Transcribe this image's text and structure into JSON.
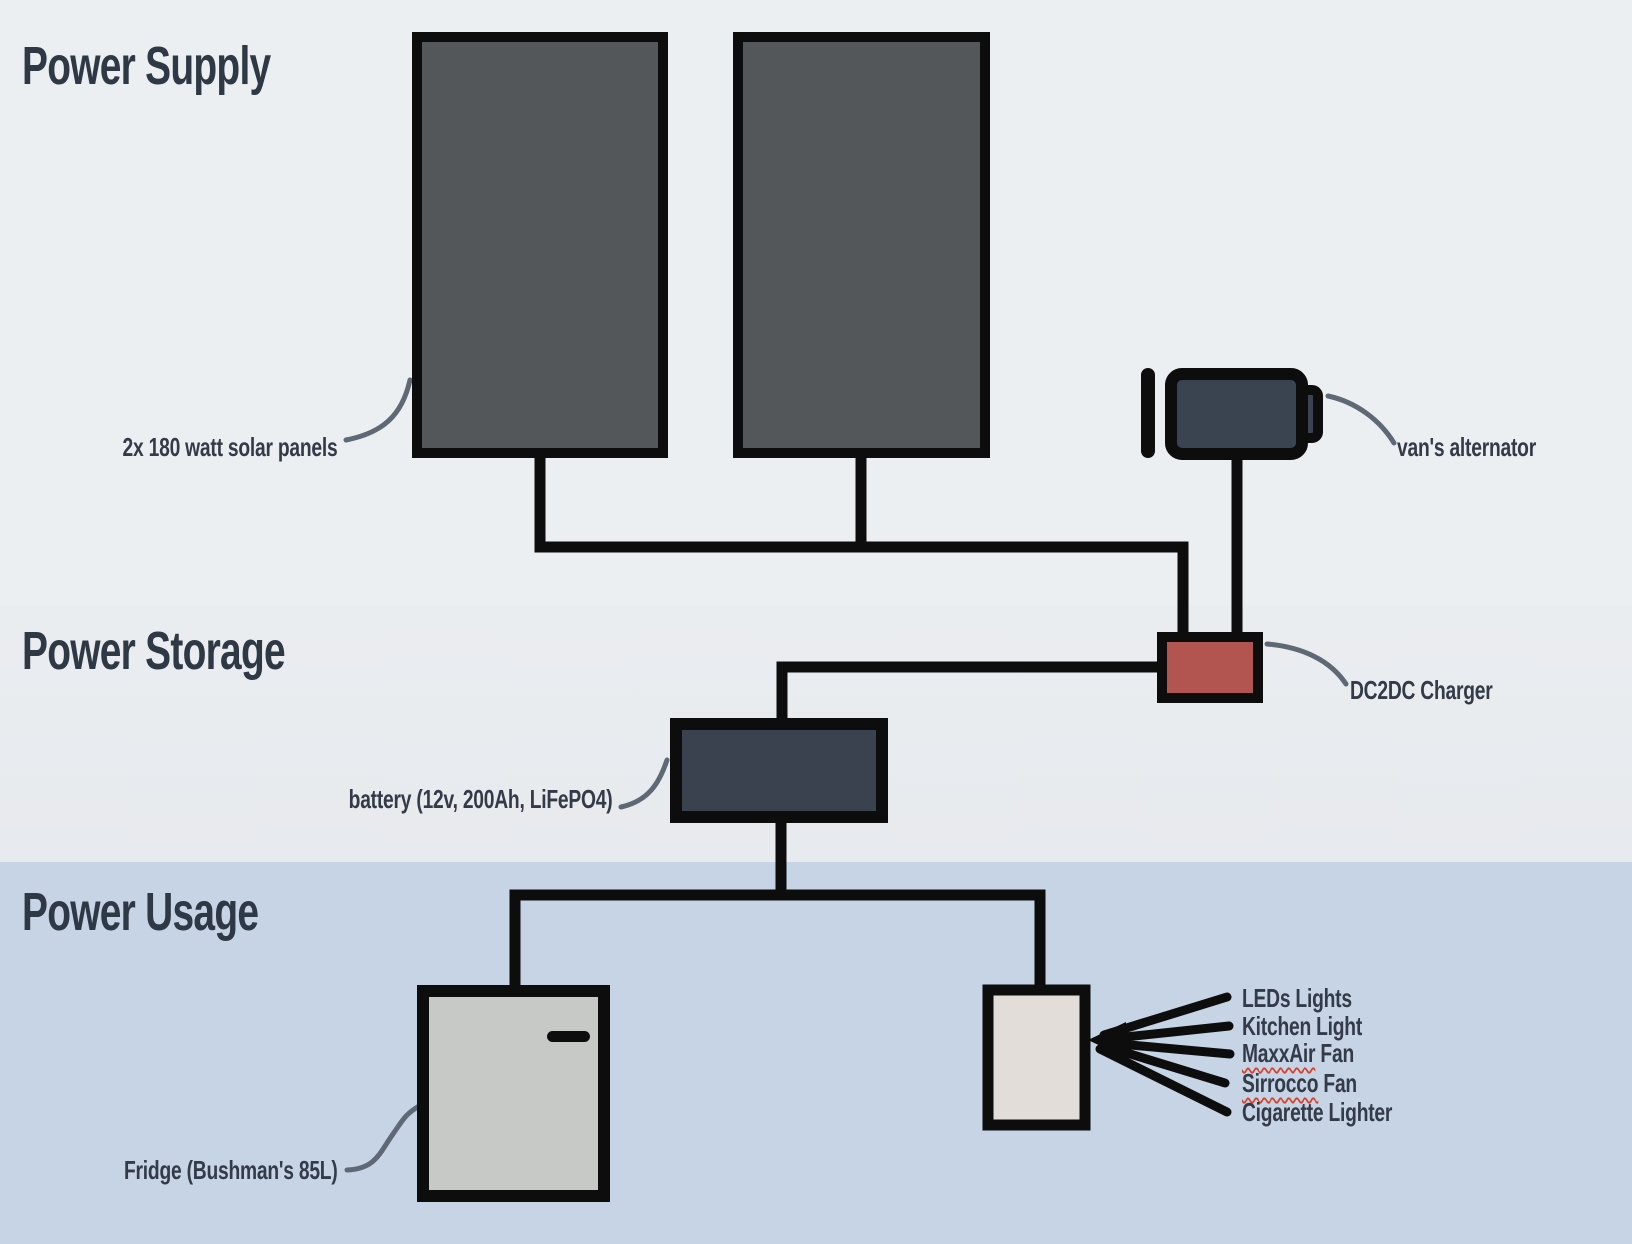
{
  "sections": {
    "supply": {
      "title": "Power Supply"
    },
    "storage": {
      "title": "Power Storage"
    },
    "usage": {
      "title": "Power Usage"
    }
  },
  "components": {
    "solar_panels": {
      "label": "2x 180 watt solar panels"
    },
    "alternator": {
      "label": "van's alternator"
    },
    "dc2dc_charger": {
      "label": "DC2DC Charger"
    },
    "battery": {
      "label": "battery (12v, 200Ah, LiFePO4)"
    },
    "fridge": {
      "label": "Fridge (Bushman's 85L)"
    }
  },
  "usage": {
    "loads": [
      {
        "label": "LEDs Lights"
      },
      {
        "label": "Kitchen Light"
      },
      {
        "label": "MaxxAir Fan",
        "misspelled": "MaxxAir"
      },
      {
        "label": "Sirrocco Fan",
        "misspelled": "Sirrocco"
      },
      {
        "label": "Cigarette Lighter"
      }
    ]
  },
  "colors": {
    "band_supply": "#eceff2",
    "band_storage": "#e8ebee",
    "band_usage": "#c6d4e5",
    "solar_panel_fill": "#545759",
    "dark_device_fill": "#3a4350",
    "charger_fill": "#b25551",
    "fridge_fill": "#c7c9c6",
    "load_box_fill": "#e3ddd9",
    "wire": "#0d0d0d",
    "leader_line": "#5f6875",
    "text": "#333b48",
    "misspell_underline": "#d9402c"
  }
}
